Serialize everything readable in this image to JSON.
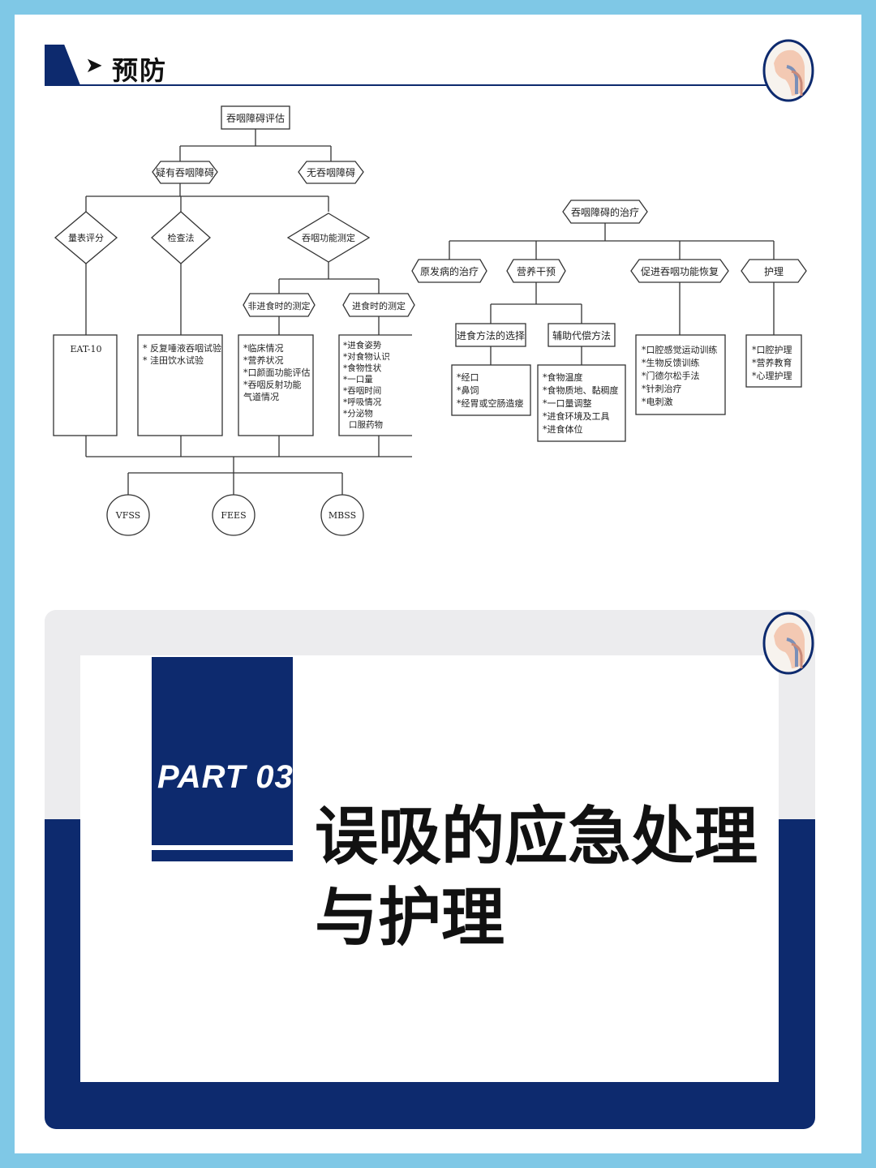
{
  "header": {
    "title": "预防",
    "arrow_icon": "chevron-right-icon"
  },
  "colors": {
    "brand_navy": "#0d2a6e",
    "frame_blue": "#7fc8e6"
  },
  "assessment_flow": {
    "root": "吞咽障碍评估",
    "branches": [
      "疑有吞咽障碍",
      "无吞咽障碍"
    ],
    "methods": [
      "量表评分",
      "检查法",
      "吞咽功能测定"
    ],
    "sub_tests": [
      "非进食时的测定",
      "进食时的测定"
    ],
    "details": {
      "scale": [
        "EAT-10"
      ],
      "exam": [
        "* 反复唾液吞咽试验",
        "* 洼田饮水试验"
      ],
      "non_eating": [
        "*临床情况",
        "*营养状况",
        "*口颜面功能评估",
        "*吞咽反射功能",
        "气道情况"
      ],
      "eating": [
        "*进食姿势",
        "*对食物认识",
        "*食物性状",
        "*一口量",
        "*吞咽时间",
        "*呼吸情况",
        "*分泌物",
        "口服药物"
      ]
    },
    "instruments": [
      "VFSS",
      "FEES",
      "MBSS"
    ]
  },
  "treatment_flow": {
    "root": "吞咽障碍的治疗",
    "branches": [
      "原发病的治疗",
      "营养干预",
      "促进吞咽功能恢复",
      "护理"
    ],
    "nutrition_sub": [
      "进食方法的选择",
      "辅助代偿方法"
    ],
    "details": {
      "feeding_method": [
        "*经口",
        "*鼻饲",
        "*经胃或空肠造瘘"
      ],
      "compensation": [
        "*食物温度",
        "*食物质地、黏稠度",
        "*一口量调整",
        "*进食环境及工具",
        "*进食体位"
      ],
      "recovery": [
        "*口腔感觉运动训练",
        "*生物反馈训练",
        "*门德尔松手法",
        "*针刺治疗",
        "*电刺激"
      ],
      "nursing": [
        "*口腔护理",
        "*营养教育",
        "*心理护理"
      ]
    }
  },
  "part": {
    "label": "PART 03",
    "title_line1": "误吸的应急处理",
    "title_line2": "与护理"
  }
}
